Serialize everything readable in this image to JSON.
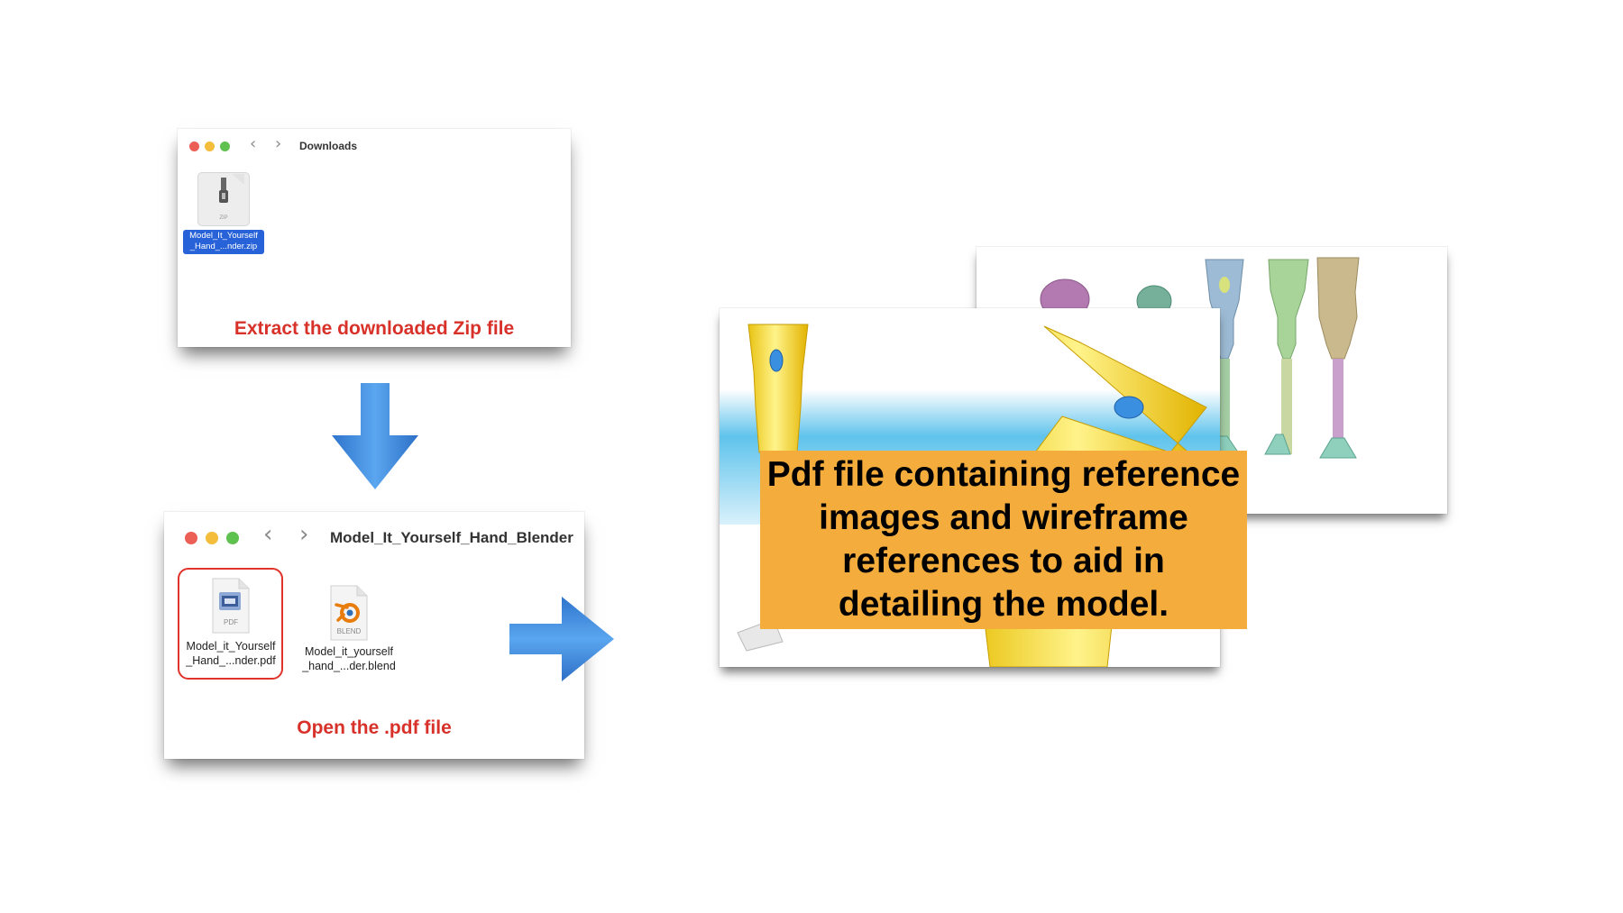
{
  "zip_window": {
    "title": "Downloads",
    "nav_back": "‹",
    "nav_forward": "›",
    "file": {
      "icon": "zip-archive-icon",
      "type_tag": "ZIP",
      "label_line1": "Model_It_Yourself",
      "label_line2": "_Hand_...nder.zip"
    },
    "caption": "Extract the downloaded Zip file"
  },
  "folder_window": {
    "title": "Model_It_Yourself_Hand_Blender",
    "nav_back": "‹",
    "nav_forward": "›",
    "files": [
      {
        "icon": "pdf-document-icon",
        "type_tag": "PDF",
        "label_line1": "Model_it_Yourself",
        "label_line2": "_Hand_...nder.pdf"
      },
      {
        "icon": "blender-file-icon",
        "type_tag": "BLEND",
        "label_line1": "Model_it_yourself",
        "label_line2": "_hand_...der.blend"
      }
    ],
    "caption": "Open the .pdf file"
  },
  "callout": {
    "text": "Pdf file containing reference images and wireframe references to aid in detailing the model."
  },
  "colors": {
    "caption_red": "#d8312a",
    "selection_blue": "#2762d8",
    "arrow_blue": "#3b86d8",
    "callout_orange": "#f4ad3c",
    "traffic_red": "#ec5f56",
    "traffic_yellow": "#f4bd3c",
    "traffic_green": "#5fc14f"
  }
}
